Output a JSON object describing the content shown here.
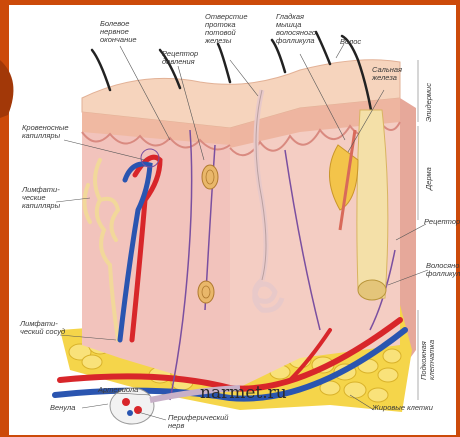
{
  "labels": {
    "pain_nerve": "Болевое\nнервное\nокончание",
    "pressure_receptor": "Рецептор\nдавления",
    "sweat_duct_opening": "Отверстие\nпротока\nпотовой\nжелезы",
    "smooth_muscle": "Гладкая\nмышца\nволосяного\nфолликула",
    "hair": "Волос",
    "sebaceous_gland": "Сальная\nжелеза",
    "blood_capillaries": "Кровеносные\nкапилляры",
    "lymph_capillaries": "Лимфати-\nческие\nкапилляры",
    "receptor": "Рецептор",
    "hair_follicle": "Волосяной\nфолликул",
    "lymph_vessel": "Лимфати-\nческий сосуд",
    "arteriole": "Артериола",
    "venule": "Венула",
    "peripheral_nerve": "Периферический\nнерв",
    "fat_cells": "Жировые клетки"
  },
  "layers": {
    "epidermis": "Эпидермис",
    "dermis": "Дерма",
    "subcutaneous": "Подкожная\nклетчатка"
  },
  "watermark": "narmet.ru",
  "colors": {
    "frame": "#cc4a0a",
    "epidermis": "#f6cdb6",
    "dermis": "#f3c4bf",
    "fat": "#f5d54a",
    "artery": "#d8262a",
    "vein": "#2a55b0",
    "lymph": "#f2d89a",
    "nerve": "#7a4fa0"
  }
}
